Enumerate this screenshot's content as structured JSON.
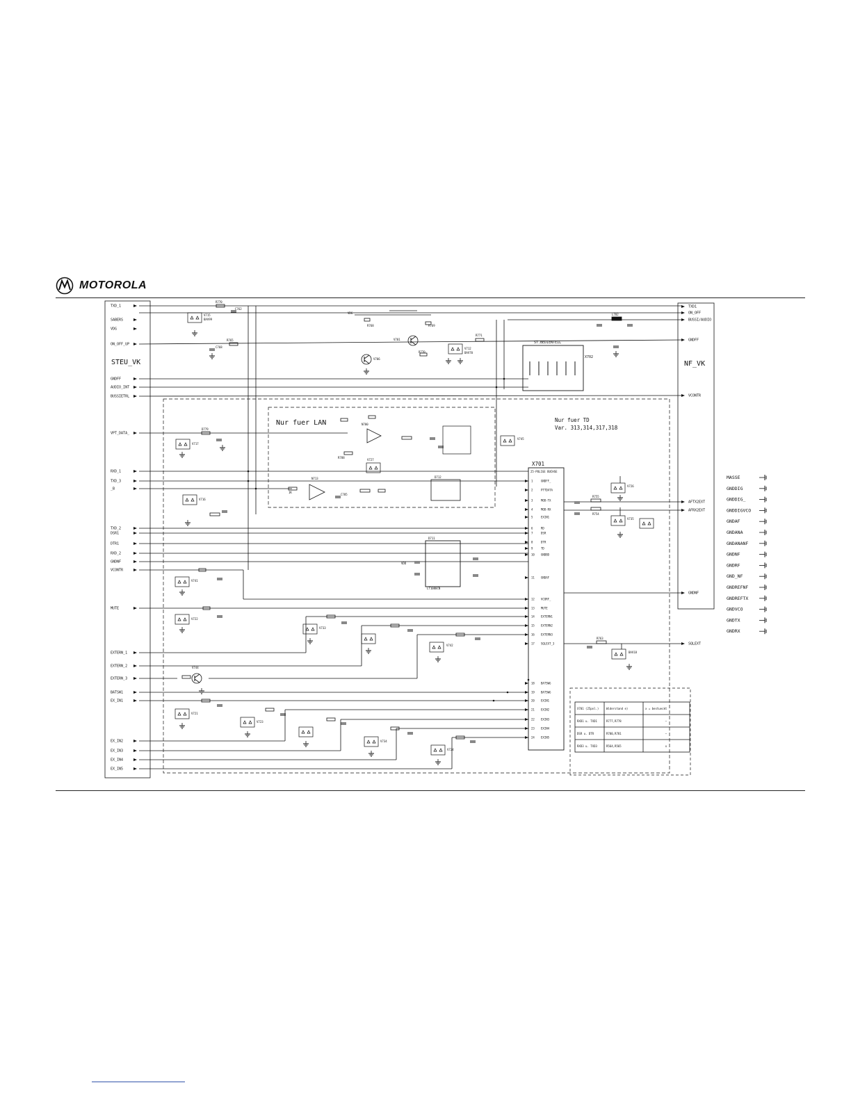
{
  "brand": {
    "name": "MOTOROLA"
  },
  "blocks": {
    "steu_vk": "STEU_VK",
    "nf_vk": "NF_VK",
    "lan": "Nur fuer LAN",
    "td_line1": "Nur fuer TD",
    "td_line2": "Var. 313,314,317,318",
    "bedienteil": "ST.BEDIENTEIL",
    "x702": "X702",
    "x701": "X701",
    "x701_sub": "25-POLIGE BUCHSE",
    "ic711": "LT1080CN"
  },
  "left_signals": [
    "TXD_1",
    "SABERS",
    "VDG",
    "ON_OFF_UP",
    "GNDFF",
    "AUDIO_INT",
    "BUSSIETRL",
    "VPT_DATA_",
    "RXD_1",
    "TXD_3",
    "_B",
    "TXD_2",
    "DSR1",
    "DTR1",
    "RXD_2",
    "GNDNF",
    "VCONTR",
    "MUTE",
    "EXTERN_1",
    "EXTERN_2",
    "EXTERN_3",
    "BATSW1",
    "EX_IN1",
    "EX_IN2",
    "EX_IN3",
    "EX_IN4",
    "EX_IN5"
  ],
  "right_signals": [
    "TXD1",
    "ON_OFF",
    "BUSSI/AUDIO",
    "GNDFF",
    "VCONTR",
    "AFTX2EXT",
    "AFRX2EXT",
    "GNDNF",
    "SQLEXT"
  ],
  "x701_pins": [
    "GNDFF_",
    "PTTDATA",
    "MOD-TX",
    "MOD-RX",
    "EXIN1",
    "RD",
    "DSR",
    "DTR",
    "TD",
    "GNDBD",
    "GNDAF",
    "VCORF_",
    "MUTE",
    "EXTERN1",
    "EXTERN2",
    "EXTERN3",
    "SQLEXT_3",
    "BATSWG",
    "BATSWG",
    "EXIN1",
    "EXIN2",
    "EXIN3",
    "EXIN4",
    "EXIN5"
  ],
  "legend": [
    {
      "label": "MASSE"
    },
    {
      "label": "GNDDIG"
    },
    {
      "label": "GNDDIG_"
    },
    {
      "label": "GNDDIGVCO"
    },
    {
      "label": "GNDAF"
    },
    {
      "label": "GNDANA"
    },
    {
      "label": "GNDANANF"
    },
    {
      "label": "GNDNF"
    },
    {
      "label": "GNDRF"
    },
    {
      "label": "GND_NF"
    },
    {
      "label": "GNDREFNF"
    },
    {
      "label": "GNDREFTX"
    },
    {
      "label": "GNDVCO"
    },
    {
      "label": "GNDTX"
    },
    {
      "label": "GNDRX"
    }
  ],
  "table": {
    "headers": [
      "X701 (25pol.)",
      "Widerstand e)",
      "x = bestueckt"
    ],
    "rows": [
      [
        "RXD1 u. TXD1",
        "R777,R778",
        "—"
      ],
      [
        "DSR u. DTR",
        "R780,R781",
        "—"
      ],
      [
        "RXD3 u. TXD3",
        "R564,R565",
        "x"
      ]
    ]
  },
  "parts": {
    "v715": "V715",
    "v716": "V716",
    "v717": "V717",
    "v721": "V721",
    "v722": "V722",
    "v723": "V723",
    "v724": "V724",
    "v726": "V726",
    "v727": "V727",
    "v731": "V731",
    "v733": "V733",
    "v734": "V734",
    "v735": "V735",
    "v736": "V736",
    "v741": "V741",
    "v742": "V742",
    "v744": "V744",
    "v745": "V745",
    "n700": "N700",
    "n713": "N713",
    "d712": "D712",
    "d711": "D711",
    "bav99": "BAV99",
    "bav70": "BAV70",
    "bav18": "BAV18"
  }
}
